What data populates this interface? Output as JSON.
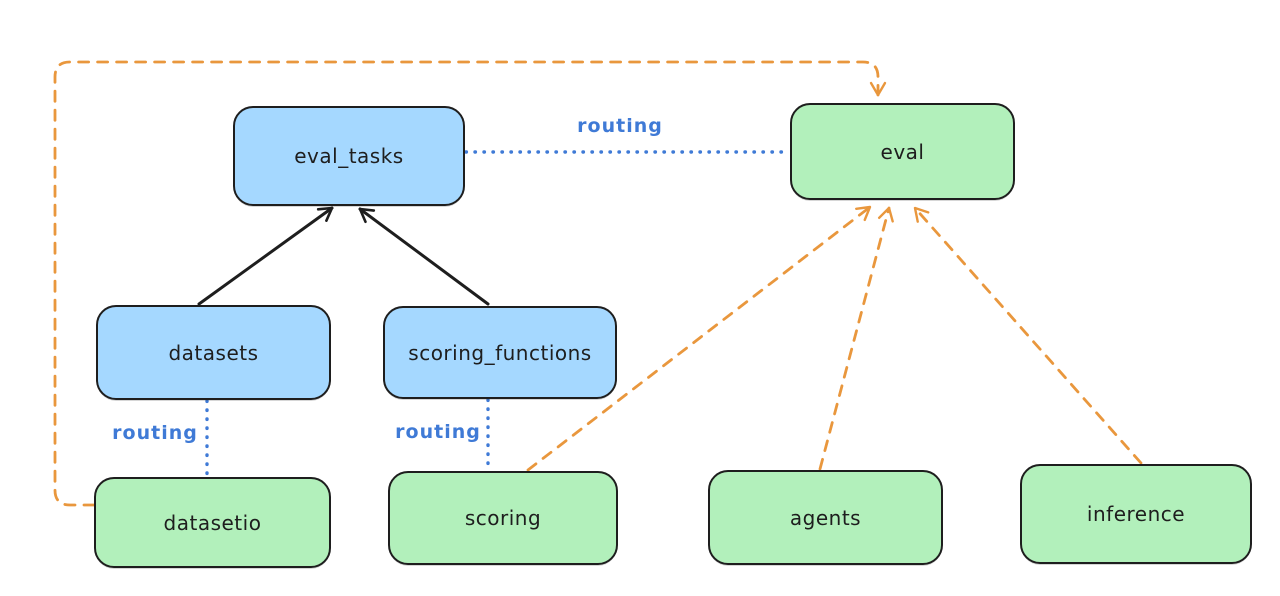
{
  "diagram": {
    "background": "#ffffff",
    "colors": {
      "registry_fill": "#a5d8ff",
      "api_fill": "#b2f0bb",
      "stroke": "#1e1e1e",
      "routing_blue": "#3f7ad6",
      "provider_orange": "#e9973d"
    },
    "nodes": {
      "eval_tasks": {
        "label": "eval_tasks",
        "kind": "registry"
      },
      "eval": {
        "label": "eval",
        "kind": "api"
      },
      "datasets": {
        "label": "datasets",
        "kind": "registry"
      },
      "scoring_functions": {
        "label": "scoring_functions",
        "kind": "registry"
      },
      "datasetio": {
        "label": "datasetio",
        "kind": "api"
      },
      "scoring": {
        "label": "scoring",
        "kind": "api"
      },
      "agents": {
        "label": "agents",
        "kind": "api"
      },
      "inference": {
        "label": "inference",
        "kind": "api"
      }
    },
    "edge_labels": {
      "eval_tasks_to_eval": "routing",
      "datasets_to_datasetio": "routing",
      "scoring_functions_to_scoring": "routing"
    },
    "edges": [
      {
        "from": "datasets",
        "to": "eval_tasks",
        "style": "solid-black-arrow"
      },
      {
        "from": "scoring_functions",
        "to": "eval_tasks",
        "style": "solid-black-arrow"
      },
      {
        "from": "eval_tasks",
        "to": "eval",
        "style": "dotted-blue",
        "label": "routing"
      },
      {
        "from": "datasets",
        "to": "datasetio",
        "style": "dotted-blue",
        "label": "routing"
      },
      {
        "from": "scoring_functions",
        "to": "scoring",
        "style": "dotted-blue",
        "label": "routing"
      },
      {
        "from": "datasetio",
        "to": "eval",
        "style": "dashed-orange-arrow"
      },
      {
        "from": "scoring",
        "to": "eval",
        "style": "dashed-orange-arrow"
      },
      {
        "from": "agents",
        "to": "eval",
        "style": "dashed-orange-arrow"
      },
      {
        "from": "inference",
        "to": "eval",
        "style": "dashed-orange-arrow"
      }
    ]
  }
}
